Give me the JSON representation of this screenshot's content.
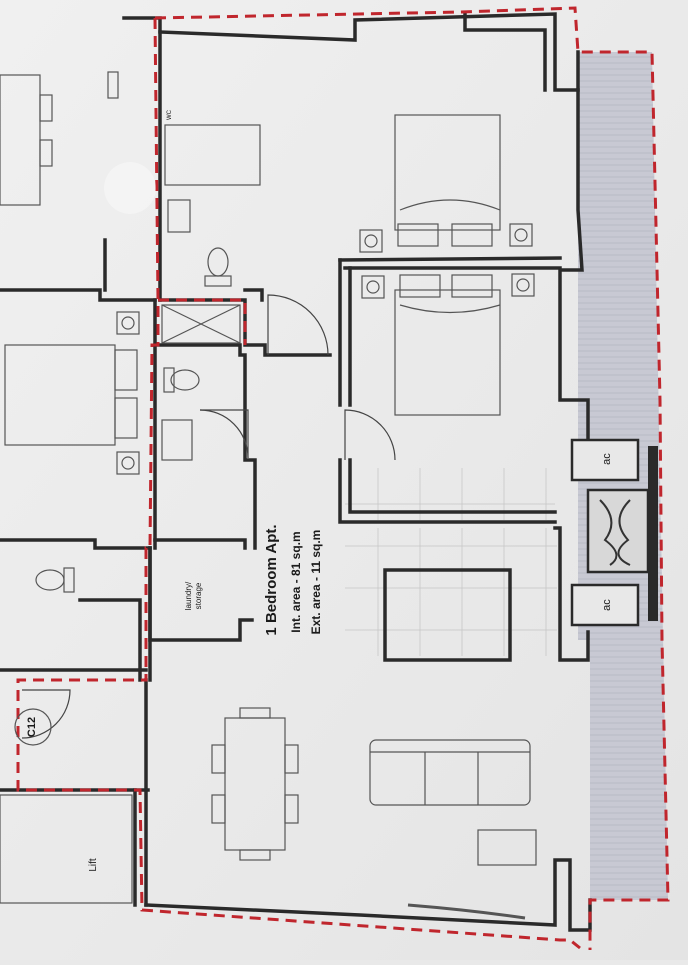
{
  "plan": {
    "title": "1 Bedroom Apt.",
    "internal_area": "Int. area - 81 sq.m",
    "external_area": "Ext. area - 11 sq.m",
    "rooms": {
      "laundry_line1": "laundry/",
      "laundry_line2": "storage",
      "ac_unit": "ac",
      "common_area_tag": "C12",
      "lift": "Lift",
      "wc_tag": "WC"
    },
    "colors": {
      "paper": "#e9e9e9",
      "wall": "#2a2a2a",
      "boundary_dash": "#c0262d",
      "terrace": "#c9cad4",
      "furniture": "#555555"
    }
  }
}
